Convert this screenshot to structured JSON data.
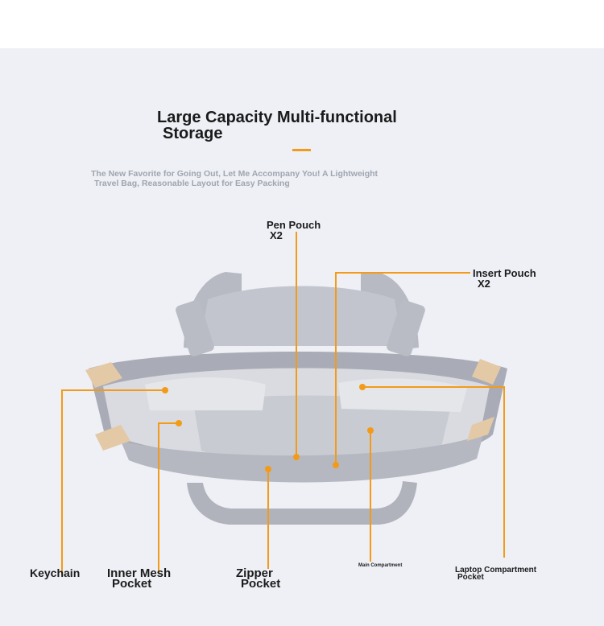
{
  "heading": {
    "title": "Large Capacity Multi-functional",
    "title_line2": "Storage",
    "subtitle_line1": "The New Favorite for Going Out, Let Me Accompany You! A Lightweight",
    "subtitle_line2": "Travel Bag, Reasonable Layout for Easy Packing"
  },
  "callouts": {
    "pen_pouch": {
      "line1": "Pen Pouch",
      "line2": "X2"
    },
    "insert_pouch": {
      "line1": "Insert Pouch",
      "line2": "X2"
    },
    "keychain": {
      "line1": "Keychain"
    },
    "inner_mesh_pocket": {
      "line1": "Inner Mesh",
      "line2": "Pocket"
    },
    "zipper_pocket": {
      "line1": "Zipper",
      "line2": "Pocket"
    },
    "main_compartment": {
      "line1": "Main Compartment"
    },
    "laptop_compartment_pocket": {
      "line1": "Laptop Compartment",
      "line2": "Pocket"
    }
  },
  "colors": {
    "accent": "#f39b18",
    "panel_background": "#eef0f6",
    "bag_gray": "#a9acb6",
    "bag_lining": "#d9dbe0",
    "leather_tan": "#e4c9a6"
  }
}
